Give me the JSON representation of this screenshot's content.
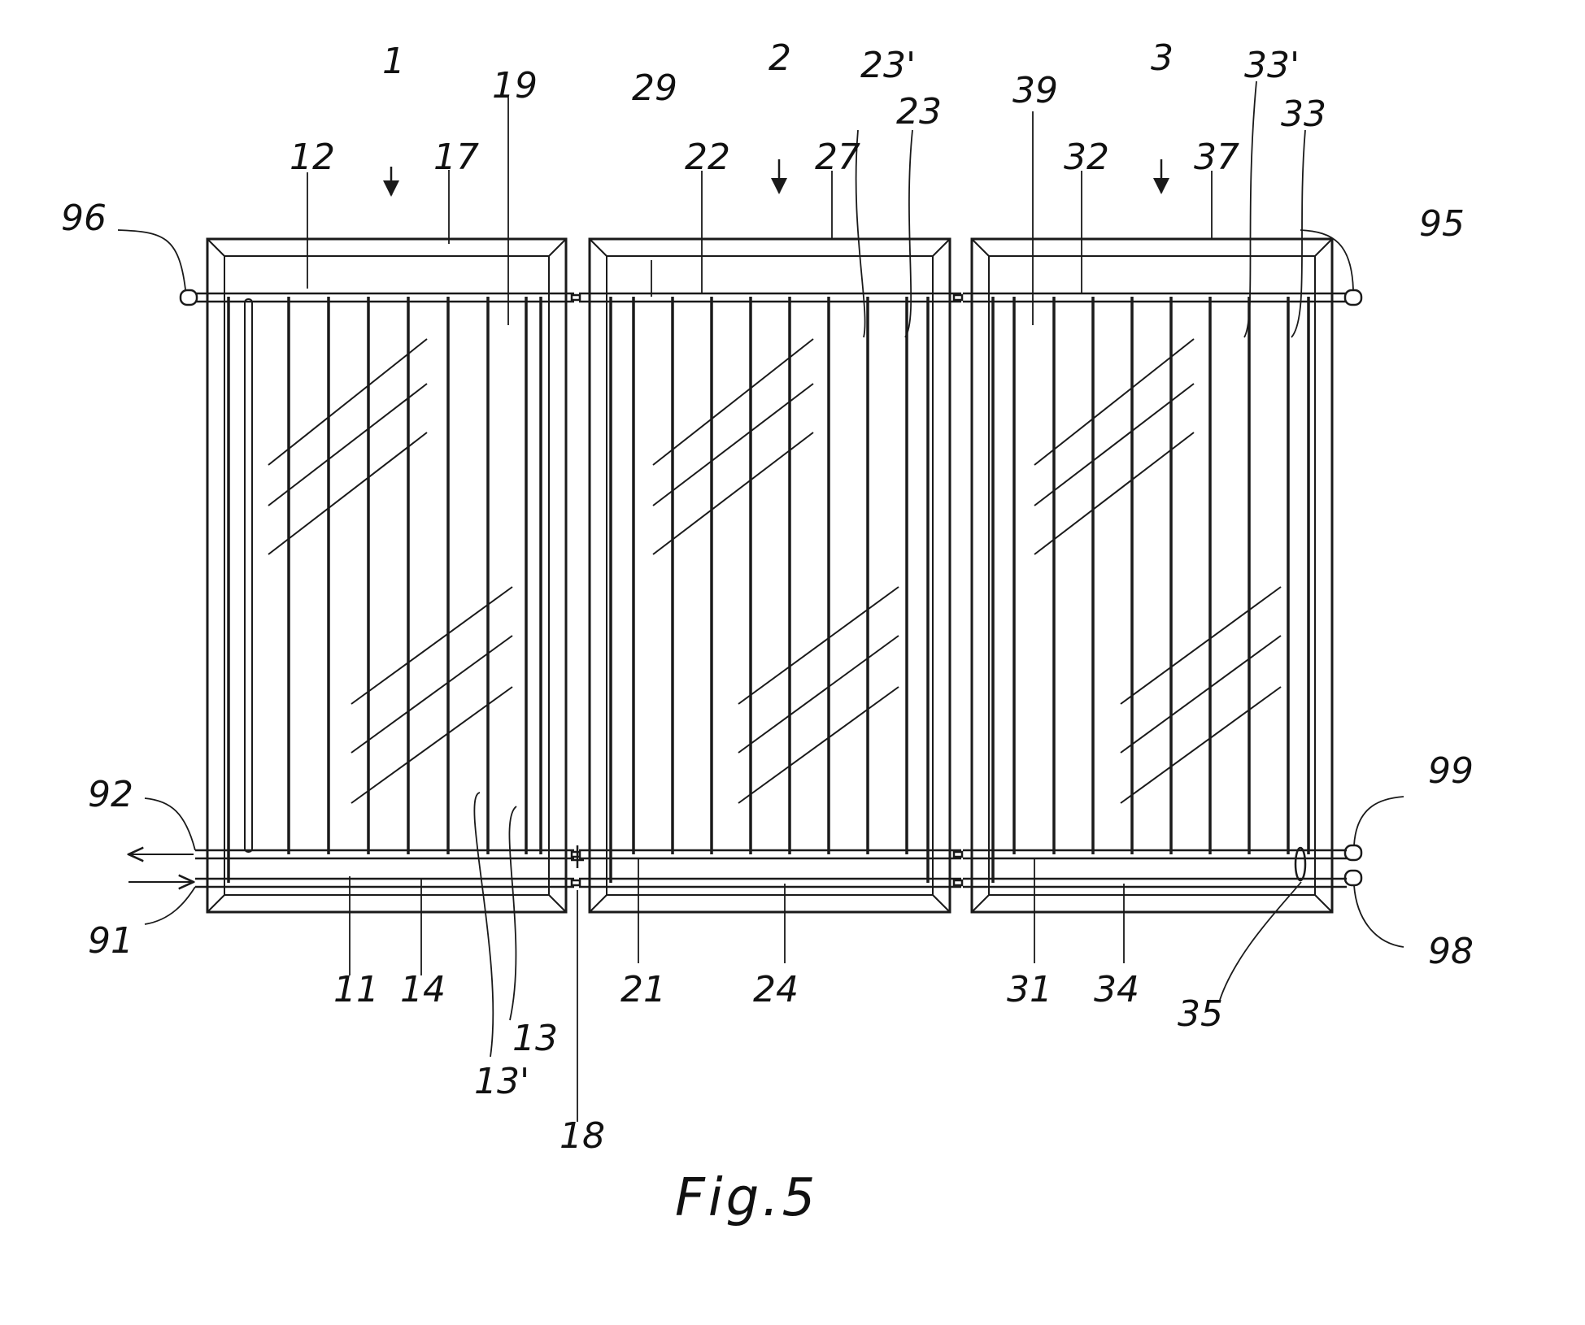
{
  "figure": {
    "caption": "Fig.5",
    "panel_labels": [
      "1",
      "2",
      "3"
    ],
    "reference_numerals": {
      "panel1": [
        "12",
        "17",
        "19",
        "11",
        "14",
        "13",
        "13'"
      ],
      "panel2": [
        "29",
        "22",
        "27",
        "23'",
        "23",
        "21",
        "24"
      ],
      "panel3": [
        "39",
        "32",
        "37",
        "33'",
        "33",
        "31",
        "34",
        "35"
      ],
      "connections": [
        "96",
        "95",
        "92",
        "91",
        "99",
        "98",
        "18"
      ]
    }
  }
}
